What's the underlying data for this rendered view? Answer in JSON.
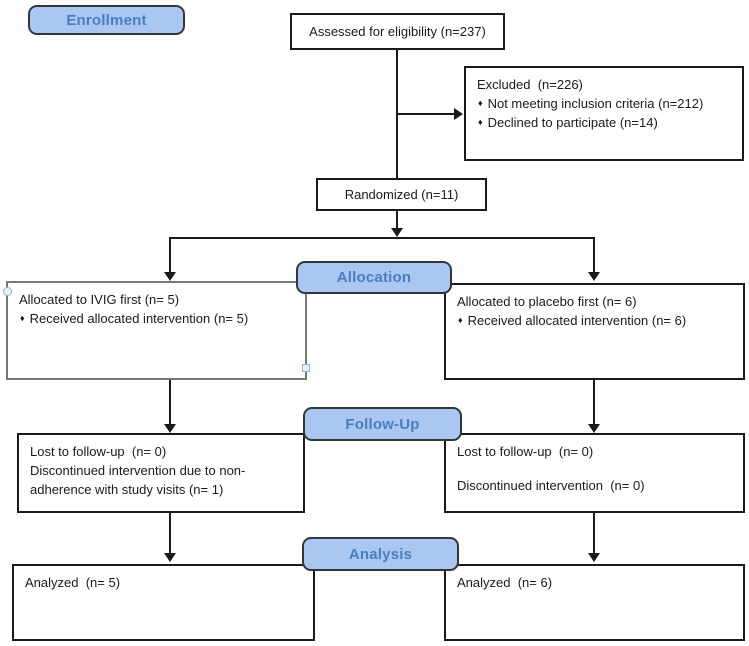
{
  "stage_labels": {
    "enrollment": "Enrollment",
    "allocation": "Allocation",
    "follow_up": "Follow-Up",
    "analysis": "Analysis"
  },
  "bullet_glyph": "♦",
  "boxes": {
    "assessed": {
      "text": "Assessed for eligibility (n=237)"
    },
    "excluded": {
      "title": "Excluded  (n=226)",
      "bullets": [
        "Not meeting inclusion criteria (n=212)",
        "Declined to participate (n=14)"
      ]
    },
    "randomized": {
      "text": "Randomized (n=11)"
    },
    "allocated_ivig": {
      "title": "Allocated to IVIG first (n= 5)",
      "bullets": [
        "Received allocated intervention (n= 5)"
      ]
    },
    "allocated_placebo": {
      "title": "Allocated to placebo first (n= 6)",
      "bullets": [
        "Received allocated intervention (n= 6)"
      ]
    },
    "followup_ivig": {
      "line1": "Lost to follow-up  (n= 0)",
      "line2": "Discontinued intervention due to non-adherence with study visits (n= 1)"
    },
    "followup_placebo": {
      "line1": "Lost to follow-up  (n= 0)",
      "line2": "Discontinued intervention  (n= 0)"
    },
    "analyzed_ivig": {
      "text": "Analyzed  (n= 5)"
    },
    "analyzed_placebo": {
      "text": "Analyzed  (n= 6)"
    }
  },
  "colors": {
    "label_fill": "#a9c7f0",
    "label_border": "#33373d",
    "label_text": "#4a7ec0",
    "box_border": "#1a1a1a",
    "selected_box_border": "#74787d",
    "handle_fill": "#eaf2fb",
    "handle_border": "#8fb3dd",
    "line": "#1a1a1a",
    "page_bg": "#ffffff"
  }
}
